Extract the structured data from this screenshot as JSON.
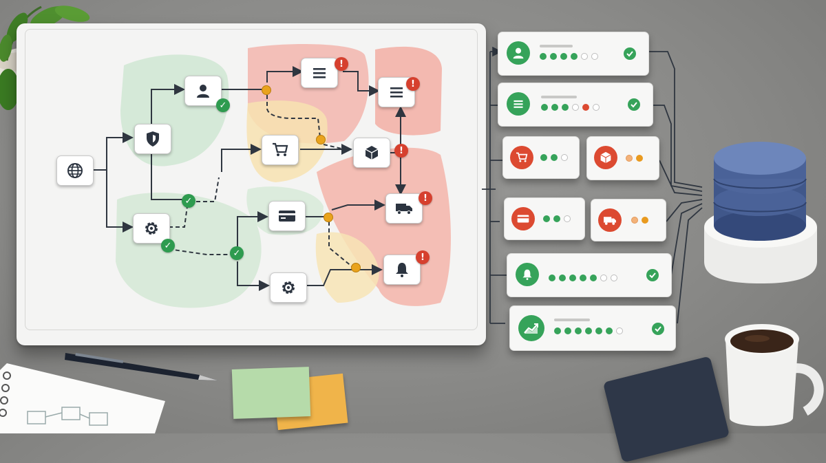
{
  "scene": {
    "description_objects": [
      "plant",
      "board",
      "pen",
      "sticky-notes",
      "notebook",
      "database",
      "coffee-mug",
      "journal"
    ]
  },
  "diagram": {
    "nodes": [
      {
        "name": "globe-node",
        "icon": "globe-icon"
      },
      {
        "name": "shield-node",
        "icon": "shield-icon"
      },
      {
        "name": "user-node",
        "icon": "user-icon"
      },
      {
        "name": "gear-node-upper",
        "icon": "gear-icon"
      },
      {
        "name": "cart-node",
        "icon": "cart-icon"
      },
      {
        "name": "list-node-top",
        "icon": "list-icon"
      },
      {
        "name": "list-node-right",
        "icon": "list-icon"
      },
      {
        "name": "box-node",
        "icon": "box-icon"
      },
      {
        "name": "card-node",
        "icon": "credit-card-icon"
      },
      {
        "name": "gear-node-lower",
        "icon": "gear-icon"
      },
      {
        "name": "truck-node",
        "icon": "truck-icon"
      },
      {
        "name": "bell-node",
        "icon": "bell-icon"
      }
    ],
    "status_colors": {
      "ok": "#2e9b4f",
      "error": "#d6402e",
      "warning": "#e9a31d"
    },
    "zone_colors": {
      "green": "#cfe6d2",
      "red": "#f3b9b1",
      "yellow": "#f7e2b0"
    }
  },
  "cards": [
    {
      "icon": "user-icon",
      "status": "ok",
      "progress_dots": [
        "g",
        "g",
        "g",
        "g",
        "e",
        "e"
      ]
    },
    {
      "icon": "list-icon",
      "status": "ok",
      "progress_dots": [
        "g",
        "g",
        "g",
        "e",
        "r",
        "e"
      ]
    },
    {
      "icon": "cart-icon",
      "status": "partial",
      "progress_dots": [
        "g",
        "g",
        "e"
      ],
      "linked_icon": "box-icon",
      "linked_dots": [
        "p",
        "o"
      ]
    },
    {
      "icon": "credit-card-icon",
      "status": "partial",
      "progress_dots": [
        "g",
        "g",
        "e"
      ],
      "linked_icon": "truck-icon",
      "linked_dots": [
        "p",
        "o"
      ]
    },
    {
      "icon": "bell-icon",
      "status": "ok",
      "progress_dots": [
        "g",
        "g",
        "g",
        "g",
        "g",
        "e",
        "e"
      ]
    },
    {
      "icon": "chart-icon",
      "status": "ok",
      "progress_dots": [
        "g",
        "g",
        "g",
        "g",
        "g",
        "g",
        "e"
      ]
    }
  ],
  "database": {
    "icon": "database-icon",
    "color": "#4a5f8e"
  }
}
